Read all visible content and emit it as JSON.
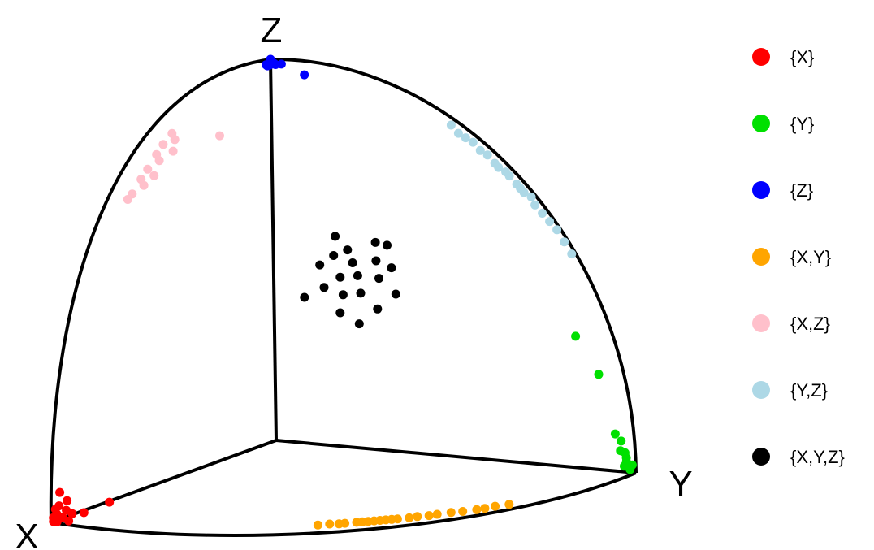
{
  "chart_data": {
    "type": "scatter",
    "projection": "3d-octant-of-unit-sphere",
    "title": "",
    "grid": false,
    "legend_position": "right",
    "axes": {
      "x_label": "X",
      "y_label": "Y",
      "z_label": "Z"
    },
    "legend": [
      {
        "label": "{X}",
        "color": "#ff0000"
      },
      {
        "label": "{Y}",
        "color": "#00e000"
      },
      {
        "label": "{Z}",
        "color": "#0000ff"
      },
      {
        "label": "{X,Y}",
        "color": "#ffa500"
      },
      {
        "label": "{X,Z}",
        "color": "#ffc0cb"
      },
      {
        "label": "{Y,Z}",
        "color": "#add8e6"
      },
      {
        "label": "{X,Y,Z}",
        "color": "#000000"
      }
    ],
    "series": [
      {
        "name": "{X}",
        "color": "#ff0000",
        "points": [
          [
            0.99,
            0.01,
            0.0
          ],
          [
            0.99,
            0.0,
            0.01
          ],
          [
            0.98,
            0.02,
            0.01
          ],
          [
            0.99,
            0.01,
            0.02
          ],
          [
            0.97,
            0.03,
            0.0
          ],
          [
            0.98,
            0.0,
            0.03
          ],
          [
            0.96,
            0.02,
            0.05
          ],
          [
            0.97,
            0.04,
            0.02
          ],
          [
            0.98,
            0.03,
            0.03
          ],
          [
            0.95,
            0.06,
            0.02
          ],
          [
            0.99,
            0.0,
            0.0
          ],
          [
            0.96,
            0.0,
            0.07
          ],
          [
            0.9,
            0.1,
            0.04
          ],
          [
            0.98,
            0.01,
            0.04
          ]
        ]
      },
      {
        "name": "{Y}",
        "color": "#00e000",
        "points": [
          [
            0.01,
            0.99,
            0.01
          ],
          [
            0.0,
            0.99,
            0.02
          ],
          [
            0.01,
            0.98,
            0.03
          ],
          [
            0.02,
            0.98,
            0.02
          ],
          [
            0.0,
            0.97,
            0.05
          ],
          [
            0.01,
            0.98,
            0.04
          ],
          [
            0.02,
            0.97,
            0.06
          ],
          [
            0.0,
            0.96,
            0.08
          ],
          [
            0.01,
            0.95,
            0.1
          ],
          [
            0.0,
            0.9,
            0.25
          ],
          [
            0.02,
            0.85,
            0.35
          ]
        ]
      },
      {
        "name": "{Z}",
        "color": "#0000ff",
        "points": [
          [
            0.01,
            0.0,
            0.99
          ],
          [
            0.0,
            0.01,
            0.99
          ],
          [
            0.02,
            0.01,
            0.99
          ],
          [
            0.01,
            0.02,
            0.99
          ],
          [
            0.0,
            0.0,
            1.0
          ],
          [
            0.02,
            0.0,
            0.99
          ],
          [
            0.03,
            0.01,
            0.99
          ],
          [
            0.0,
            0.03,
            0.99
          ],
          [
            0.01,
            0.1,
            0.97
          ]
        ]
      },
      {
        "name": "{X,Y}",
        "color": "#ffa500",
        "points": [
          [
            0.79,
            0.61,
            0.0
          ],
          [
            0.77,
            0.63,
            0.0
          ],
          [
            0.76,
            0.65,
            0.0
          ],
          [
            0.75,
            0.66,
            0.0
          ],
          [
            0.73,
            0.68,
            0.0
          ],
          [
            0.72,
            0.69,
            0.0
          ],
          [
            0.71,
            0.7,
            0.0
          ],
          [
            0.7,
            0.71,
            0.0
          ],
          [
            0.69,
            0.72,
            0.0
          ],
          [
            0.68,
            0.73,
            0.0
          ],
          [
            0.67,
            0.74,
            0.0
          ],
          [
            0.66,
            0.75,
            0.0
          ],
          [
            0.64,
            0.77,
            0.0
          ],
          [
            0.62,
            0.78,
            0.0
          ],
          [
            0.6,
            0.8,
            0.0
          ],
          [
            0.58,
            0.81,
            0.0
          ],
          [
            0.55,
            0.83,
            0.0
          ],
          [
            0.53,
            0.85,
            0.0
          ],
          [
            0.5,
            0.87,
            0.0
          ],
          [
            0.48,
            0.88,
            0.0
          ],
          [
            0.45,
            0.89,
            0.0
          ],
          [
            0.42,
            0.91,
            0.0
          ]
        ]
      },
      {
        "name": "{X,Z}",
        "color": "#ffc0cb",
        "points": [
          [
            0.64,
            0.0,
            0.77
          ],
          [
            0.62,
            0.0,
            0.78
          ],
          [
            0.6,
            0.02,
            0.8
          ],
          [
            0.58,
            0.0,
            0.81
          ],
          [
            0.57,
            0.03,
            0.82
          ],
          [
            0.55,
            0.0,
            0.83
          ],
          [
            0.53,
            0.02,
            0.85
          ],
          [
            0.51,
            0.0,
            0.86
          ],
          [
            0.5,
            0.04,
            0.87
          ],
          [
            0.48,
            0.0,
            0.88
          ],
          [
            0.46,
            0.02,
            0.89
          ],
          [
            0.44,
            0.0,
            0.9
          ],
          [
            0.42,
            0.12,
            0.9
          ]
        ]
      },
      {
        "name": "{Y,Z}",
        "color": "#add8e6",
        "points": [
          [
            0.0,
            0.5,
            0.87
          ],
          [
            0.0,
            0.52,
            0.85
          ],
          [
            0.0,
            0.54,
            0.84
          ],
          [
            0.0,
            0.56,
            0.83
          ],
          [
            0.0,
            0.58,
            0.81
          ],
          [
            0.0,
            0.6,
            0.8
          ],
          [
            0.0,
            0.62,
            0.78
          ],
          [
            0.0,
            0.63,
            0.77
          ],
          [
            0.0,
            0.65,
            0.76
          ],
          [
            0.0,
            0.66,
            0.75
          ],
          [
            0.0,
            0.68,
            0.73
          ],
          [
            0.0,
            0.69,
            0.72
          ],
          [
            0.0,
            0.7,
            0.71
          ],
          [
            0.0,
            0.72,
            0.7
          ],
          [
            0.0,
            0.73,
            0.68
          ],
          [
            0.0,
            0.75,
            0.66
          ],
          [
            0.0,
            0.77,
            0.64
          ],
          [
            0.0,
            0.79,
            0.62
          ],
          [
            0.0,
            0.81,
            0.59
          ],
          [
            0.0,
            0.83,
            0.56
          ]
        ]
      },
      {
        "name": "{X,Y,Z}",
        "color": "#000000",
        "points": [
          [
            0.55,
            0.58,
            0.6
          ],
          [
            0.52,
            0.62,
            0.59
          ],
          [
            0.58,
            0.55,
            0.6
          ],
          [
            0.5,
            0.6,
            0.63
          ],
          [
            0.56,
            0.52,
            0.65
          ],
          [
            0.54,
            0.56,
            0.63
          ],
          [
            0.6,
            0.57,
            0.56
          ],
          [
            0.48,
            0.63,
            0.61
          ],
          [
            0.57,
            0.6,
            0.56
          ],
          [
            0.53,
            0.54,
            0.66
          ],
          [
            0.62,
            0.53,
            0.58
          ],
          [
            0.47,
            0.58,
            0.67
          ],
          [
            0.59,
            0.5,
            0.63
          ],
          [
            0.51,
            0.66,
            0.55
          ],
          [
            0.63,
            0.58,
            0.52
          ],
          [
            0.45,
            0.6,
            0.66
          ],
          [
            0.56,
            0.64,
            0.52
          ],
          [
            0.66,
            0.5,
            0.56
          ],
          [
            0.52,
            0.5,
            0.69
          ],
          [
            0.61,
            0.62,
            0.49
          ]
        ]
      }
    ]
  }
}
